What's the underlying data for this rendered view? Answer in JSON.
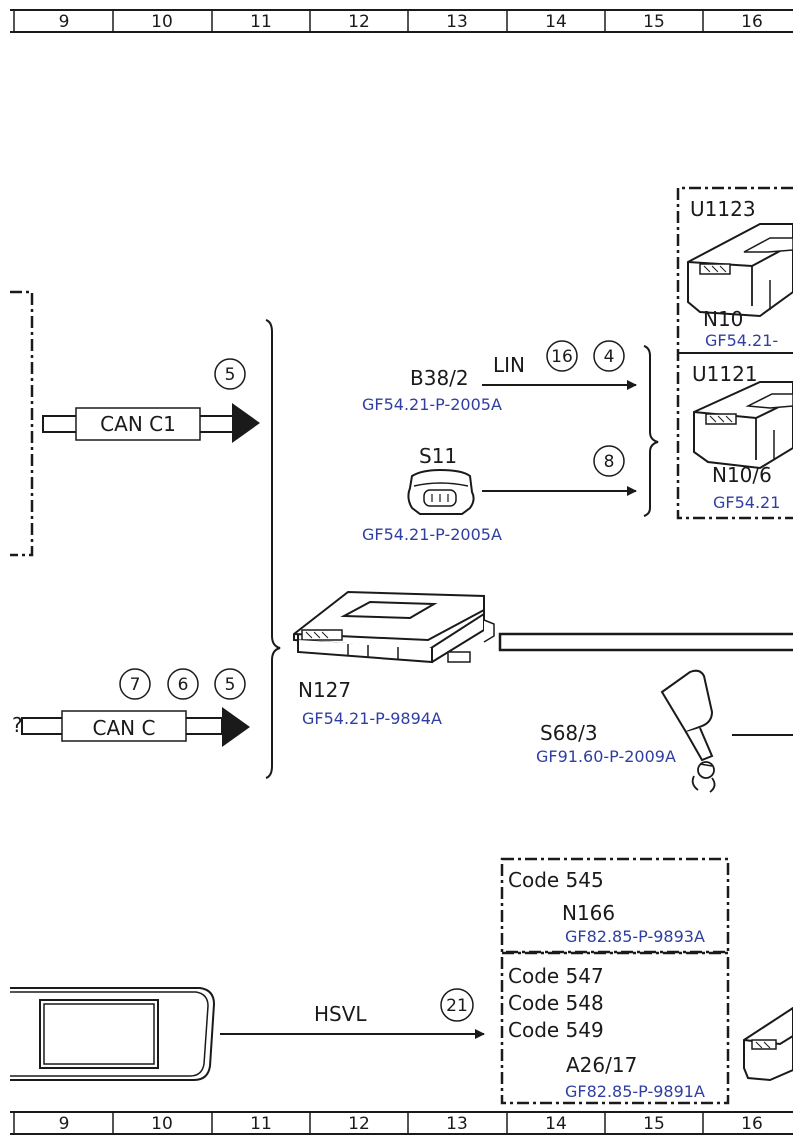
{
  "ruler": {
    "columns": [
      "9",
      "10",
      "11",
      "12",
      "13",
      "14",
      "15",
      "16"
    ]
  },
  "colors": {
    "link": "#2f3ea0",
    "line": "#1a1a1a"
  },
  "labels": {
    "b38_2": "B38/2",
    "s11": "S11",
    "n127": "N127",
    "s68_3": "S68/3",
    "u1123": "U1123",
    "n10": "N10",
    "u1121": "U1121",
    "n10_6": "N10/6",
    "can_c1": "CAN C1",
    "can_c": "CAN C",
    "lin": "LIN",
    "hsvl": "HSVL",
    "code545": "Code 545",
    "n166": "N166",
    "code547": "Code 547",
    "code548": "Code 548",
    "code549": "Code 549",
    "a26_17": "A26/17"
  },
  "refs": {
    "b38_2": "GF54.21-P-2005A",
    "s11": "GF54.21-P-2005A",
    "n127": "GF54.21-P-9894A",
    "s68_3": "GF91.60-P-2009A",
    "n10": "GF54.21-",
    "n10_6": "GF54.21",
    "n166": "GF82.85-P-9893A",
    "a26_17": "GF82.85-P-9891A"
  },
  "circled": {
    "can_c1_5": "5",
    "lin_16": "16",
    "lin_4": "4",
    "s11_8": "8",
    "can_c_7": "7",
    "can_c_6": "6",
    "can_c_5": "5",
    "hsvl_21": "21"
  },
  "icons": {
    "control_unit": "control-unit-icon",
    "switch": "switch-connector-icon",
    "buckle": "seat-belt-buckle-icon",
    "display": "display-screen-icon"
  }
}
